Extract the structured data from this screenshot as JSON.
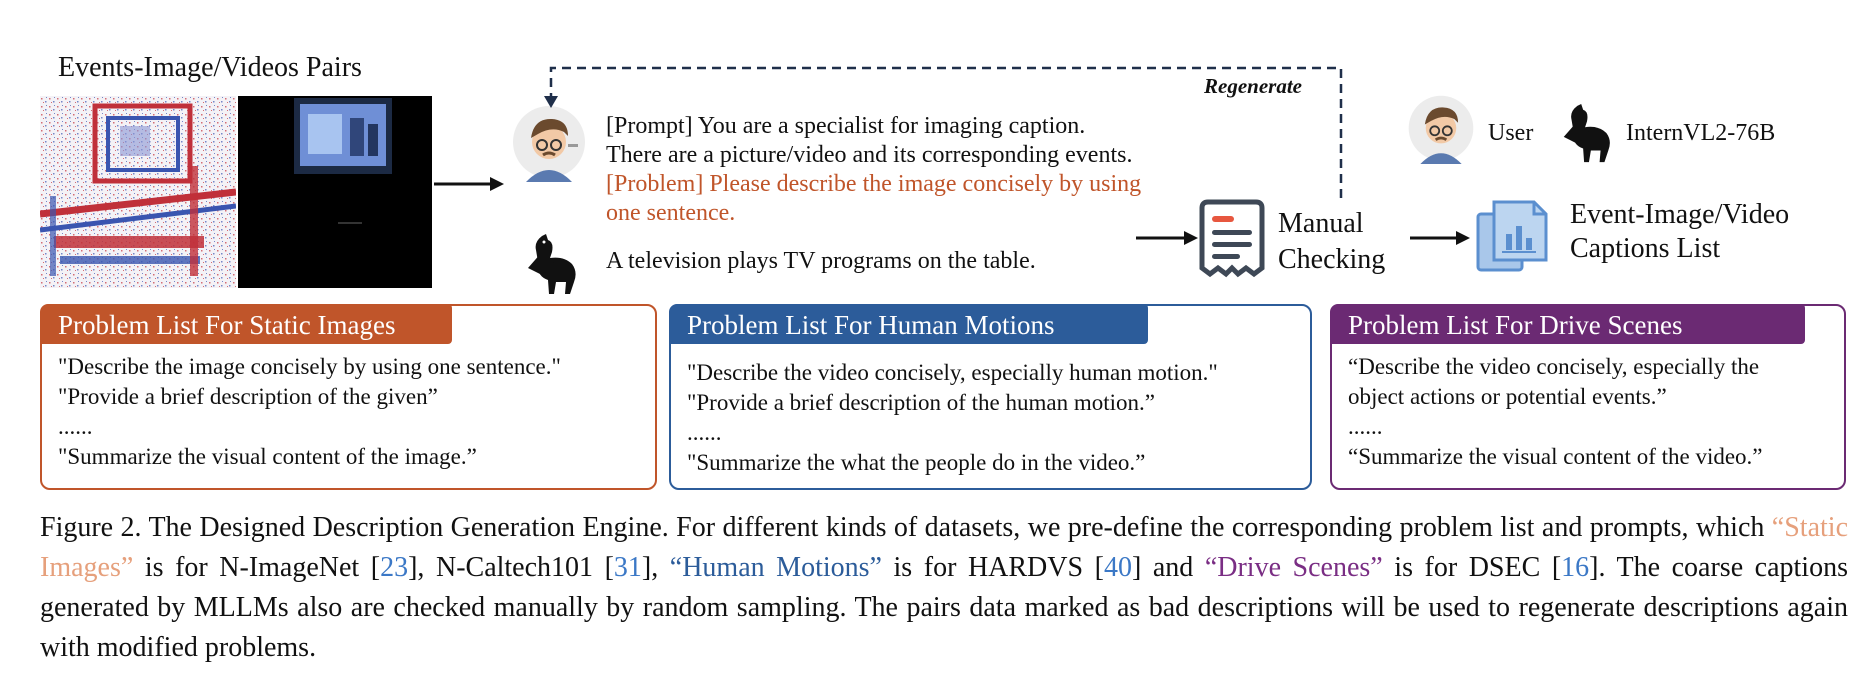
{
  "figure": {
    "pairs_title": "Events-Image/Videos Pairs",
    "prompt_lines": [
      "[Prompt] You are a specialist for imaging caption.",
      "There are a picture/video and its corresponding events."
    ],
    "problem_lines": [
      "[Problem] Please describe the image concisely by using",
      "one sentence."
    ],
    "answer": "A television plays TV programs on the table.",
    "regenerate": "Regenerate",
    "checking_lines": [
      "Manual",
      "Checking"
    ],
    "captions_lines": [
      "Event-Image/Video",
      "Captions List"
    ],
    "legend_user": "User",
    "legend_model": "InternVL2-76B",
    "colors": {
      "static": "#c0552a",
      "human": "#2c5c9a",
      "drive": "#6b2a73",
      "document_icon": "#5b8fcf"
    },
    "icons": [
      "user-avatar-icon",
      "alpaca-icon",
      "receipt-icon",
      "documents-chart-icon",
      "arrow-right-icon"
    ],
    "panels": [
      {
        "title": "Problem List For Static Images",
        "items": [
          "\"Describe the image concisely by using one sentence.\"",
          "\"Provide a brief description of the given”",
          "......",
          "\"Summarize the visual content of the image.”"
        ]
      },
      {
        "title": "Problem List For Human Motions",
        "items": [
          "\"Describe the video concisely, especially human motion.\"",
          "\"Provide a brief description of the human motion.”",
          "......",
          "\"Summarize the what the people do in the video.”"
        ]
      },
      {
        "title": "Problem List For Drive Scenes",
        "items": [
          "“Describe the video concisely, especially the",
          "object actions or potential events.”",
          "......",
          "“Summarize the visual content of the video.”"
        ]
      }
    ]
  },
  "caption": {
    "t1": "Figure 2. The Designed Description Generation Engine. For different kinds of datasets, we pre-define the corresponding problem list and prompts, which ",
    "static": "“Static Images”",
    "t2": " is for N-ImageNet [",
    "r1": "23",
    "t3": "], N-Caltech101 [",
    "r2": "31",
    "t4": "], ",
    "human": "“Human Motions”",
    "t5": " is for HARDVS [",
    "r3": "40",
    "t6": "] and ",
    "drive": "“Drive Scenes”",
    "t7": " is for DSEC [",
    "r4": "16",
    "t8": "]. The coarse captions generated by MLLMs also are checked manually by random sampling. The pairs data marked as bad descriptions will be used to regenerate descriptions again with modified problems."
  }
}
